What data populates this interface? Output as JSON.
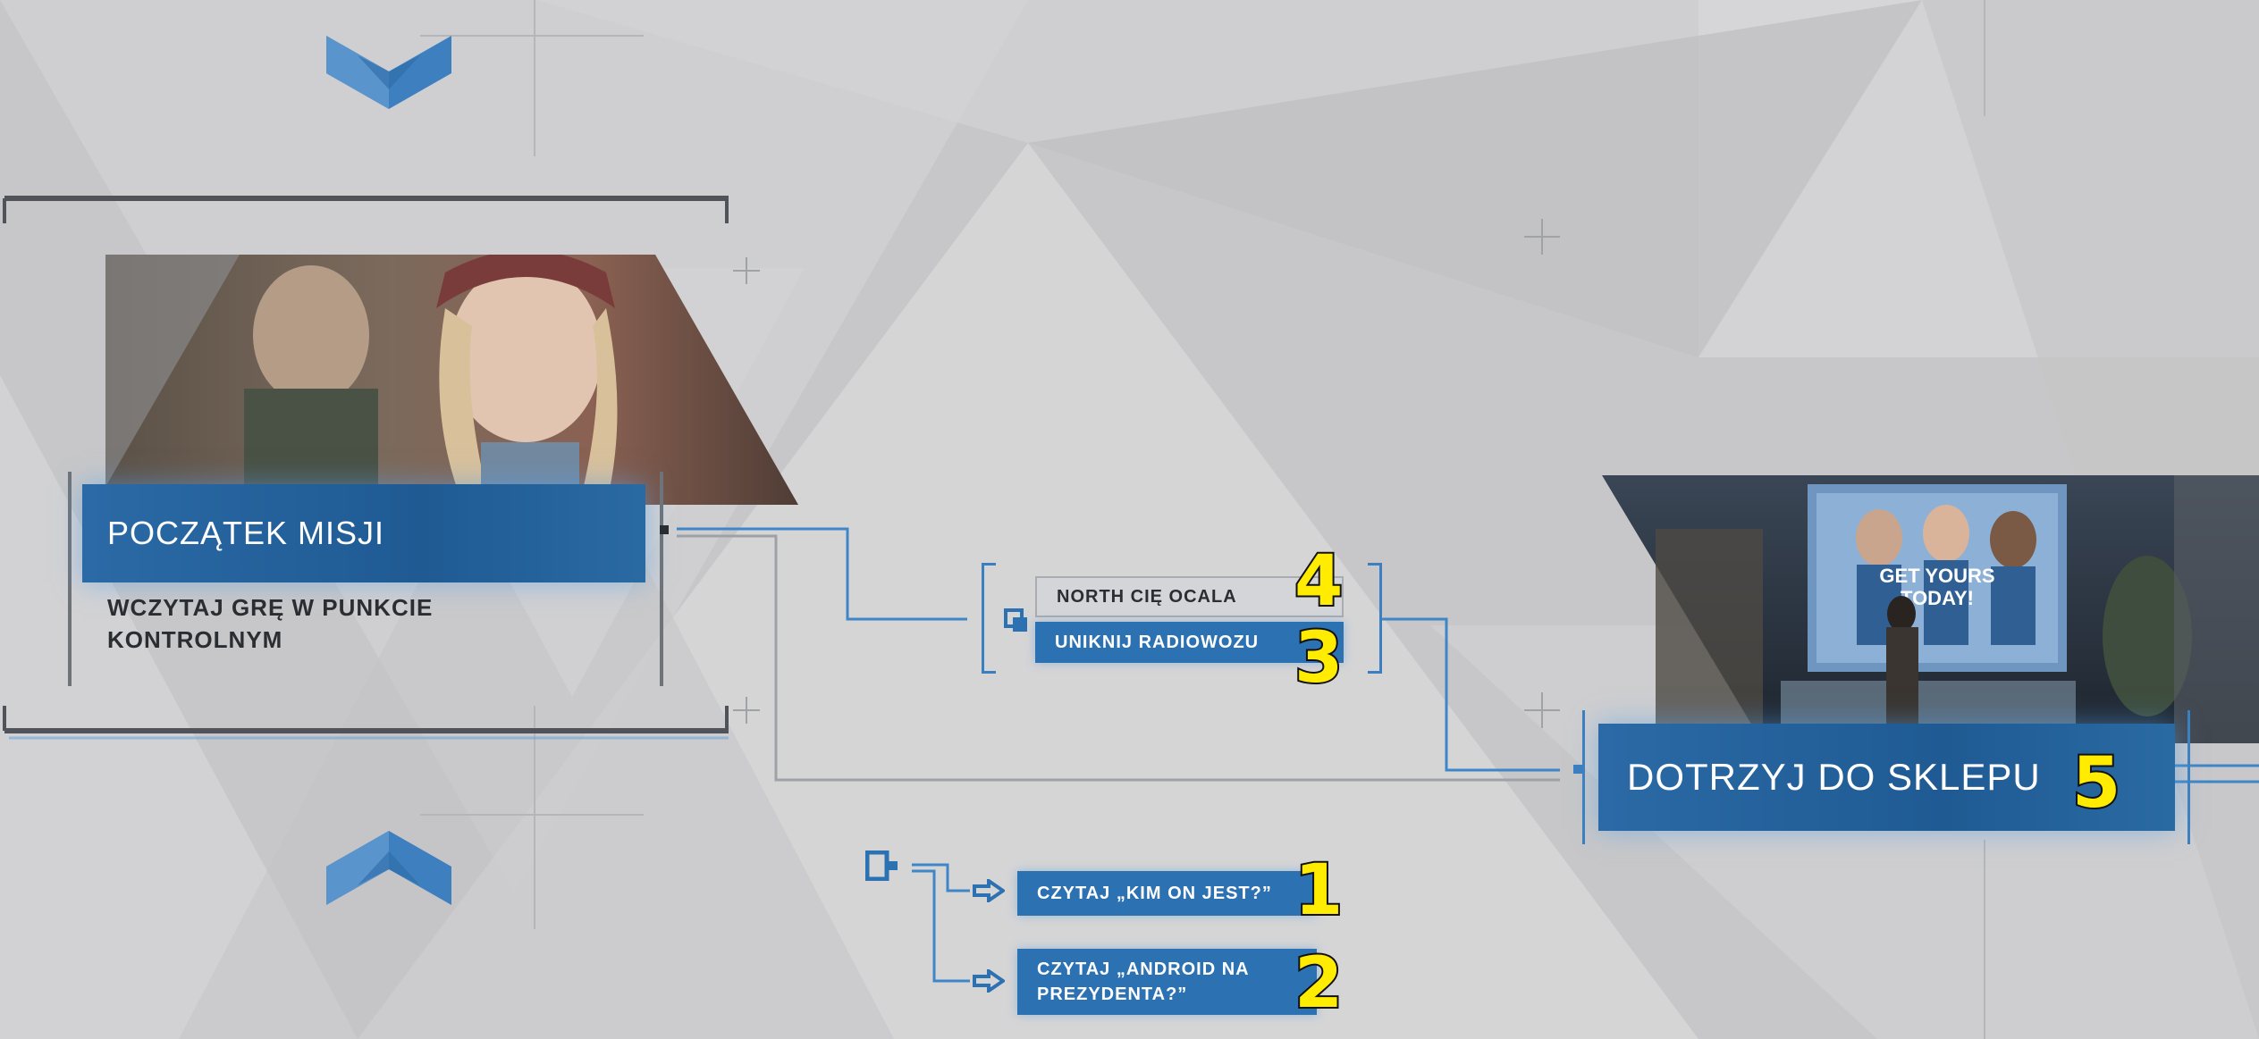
{
  "start_node": {
    "title": "POCZĄTEK MISJI",
    "subtitle_line1": "WCZYTAJ GRĘ W PUNKCIE",
    "subtitle_line2": "KONTROLNYM"
  },
  "choices_group": {
    "option_top": "NORTH CIĘ OCALA",
    "option_top_number": "4",
    "option_bottom": "UNIKNIJ RADIOWOZU",
    "option_bottom_number": "3"
  },
  "end_node": {
    "title": "DOTRZYJ DO SKLEPU",
    "number": "5",
    "billboard_text_1": "GET YOURS",
    "billboard_text_2": "TODAY!"
  },
  "side_actions": [
    {
      "label_line1": "CZYTAJ „KIM ON JEST?”",
      "label_line2": "",
      "number": "1"
    },
    {
      "label_line1": "CZYTAJ „ANDROID NA",
      "label_line2": "PREZYDENTA?”",
      "number": "2"
    }
  ],
  "colors": {
    "accent_blue": "#2c71b2",
    "background": "#c9c9cb",
    "number_yellow": "#ffec00"
  },
  "icons": [
    "chevron-down-icon",
    "chevron-up-icon",
    "branch-node-icon",
    "checkpoint-node-icon",
    "arrow-right-icon"
  ]
}
